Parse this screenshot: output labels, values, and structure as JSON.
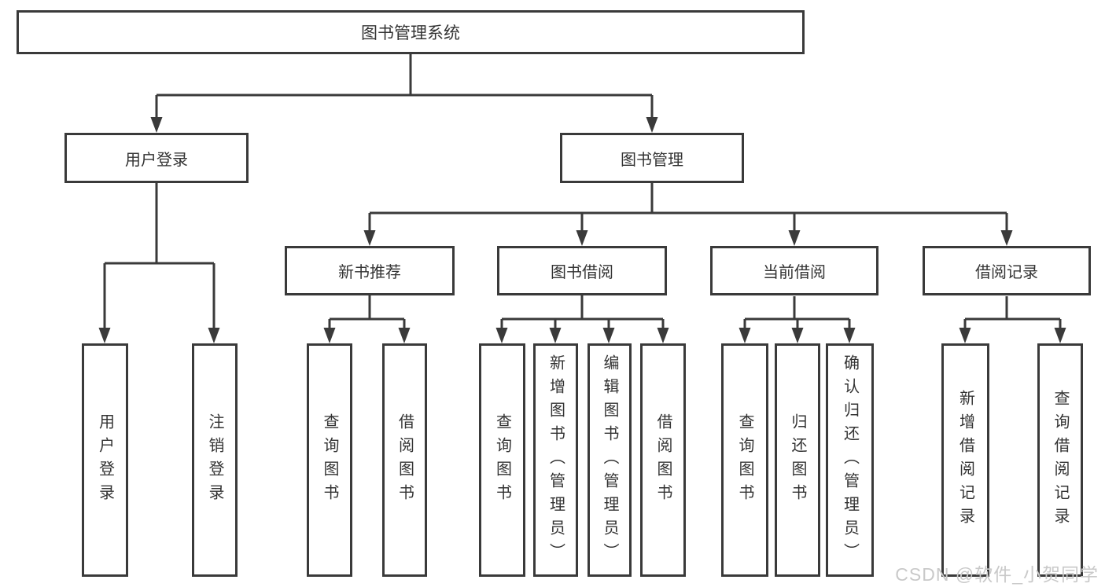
{
  "tree": {
    "label": "图书管理系统",
    "children": [
      {
        "label": "用户登录",
        "children": [
          {
            "label": "用户登录"
          },
          {
            "label": "注销登录"
          }
        ]
      },
      {
        "label": "图书管理",
        "children": [
          {
            "label": "新书推荐",
            "children": [
              {
                "label": "查询图书"
              },
              {
                "label": "借阅图书"
              }
            ]
          },
          {
            "label": "图书借阅",
            "children": [
              {
                "label": "查询图书"
              },
              {
                "label": "新增图书（管理员）"
              },
              {
                "label": "编辑图书（管理员）"
              },
              {
                "label": "借阅图书"
              }
            ]
          },
          {
            "label": "当前借阅",
            "children": [
              {
                "label": "查询图书"
              },
              {
                "label": "归还图书"
              },
              {
                "label": "确认归还（管理员）"
              }
            ]
          },
          {
            "label": "借阅记录",
            "children": [
              {
                "label": "新增借阅记录"
              },
              {
                "label": "查询借阅记录"
              }
            ]
          }
        ]
      }
    ]
  },
  "watermark": {
    "text": "CSDN @软件_小贺同学"
  },
  "colors": {
    "line": "#3a3a3a",
    "box_border": "#3a3a3a",
    "text": "#333333",
    "watermark": "#c9c9c9",
    "background": "#ffffff"
  }
}
